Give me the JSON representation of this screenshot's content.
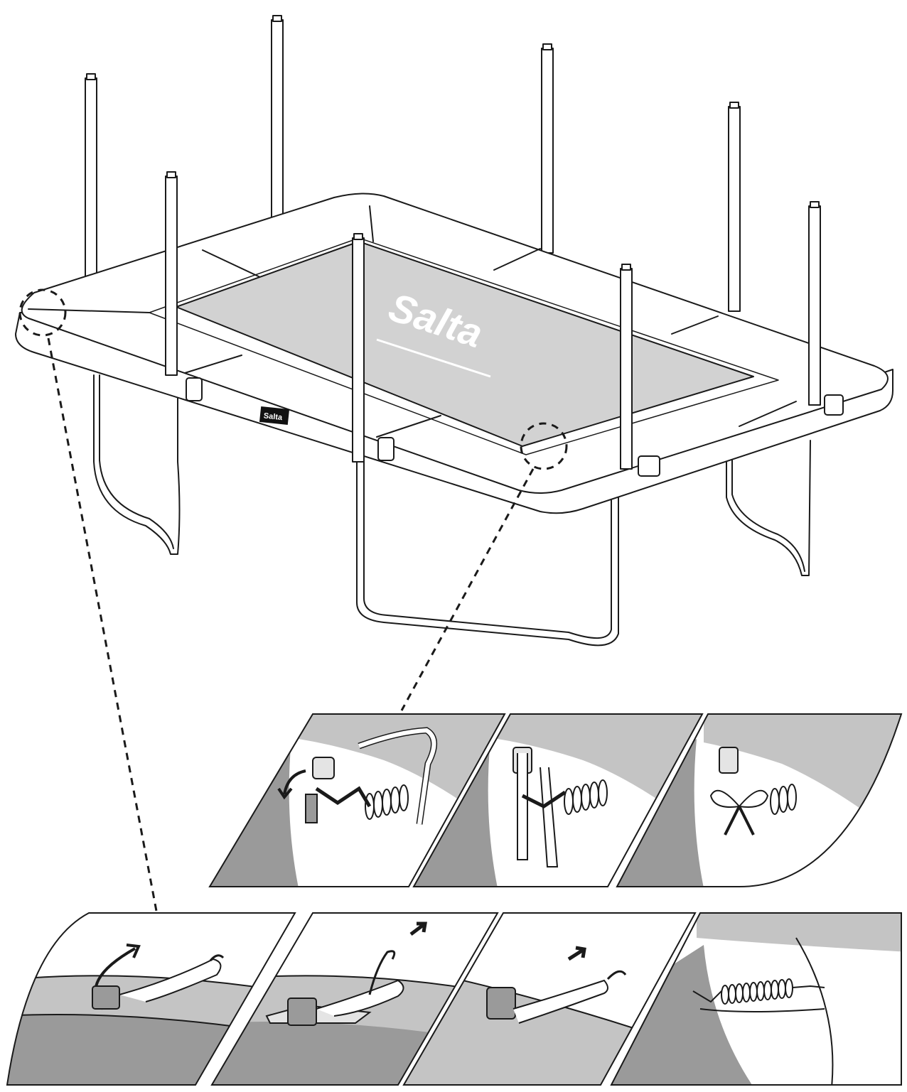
{
  "brand": {
    "mat_logo": "Salta",
    "frame_label": "Salta"
  },
  "colors": {
    "line": "#1a1a1a",
    "mat": "#d2d2d2",
    "pad": "#ffffff",
    "panel_light": "#e4e4e4",
    "panel_dark": "#9a9a9a",
    "panel_mid": "#c4c4c4"
  },
  "callouts": [
    {
      "name": "callout-left-corner-detail",
      "target": "step-row-bottom"
    },
    {
      "name": "callout-front-corner-detail",
      "target": "step-row-top"
    }
  ],
  "steps_top": [
    {
      "name": "step-top-1",
      "icon": "strap-and-spring-hook-icon"
    },
    {
      "name": "step-top-2",
      "icon": "strap-threaded-through-chain-icon"
    },
    {
      "name": "step-top-3",
      "icon": "strap-tied-bow-icon"
    }
  ],
  "steps_bottom": [
    {
      "name": "step-bottom-1",
      "icon": "strap-loop-over-frame-icon"
    },
    {
      "name": "step-bottom-2",
      "icon": "hook-pulled-through-strap-icon"
    },
    {
      "name": "step-bottom-3",
      "icon": "hook-pulled-outward-icon"
    },
    {
      "name": "step-bottom-4",
      "icon": "spring-attached-under-pad-icon"
    }
  ]
}
